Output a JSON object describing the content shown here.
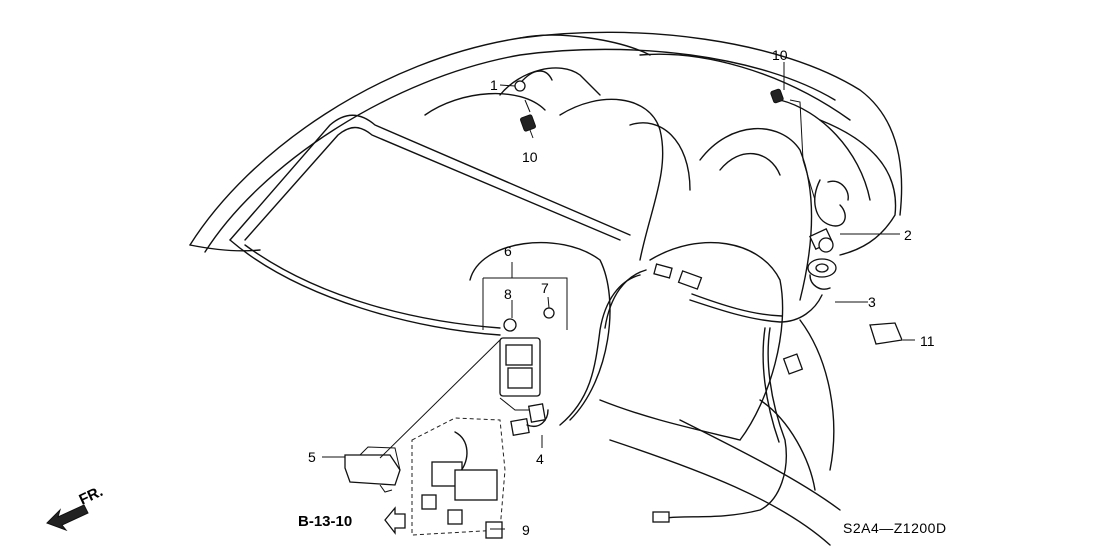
{
  "callouts": {
    "c1": "1",
    "c2": "2",
    "c3": "3",
    "c4": "4",
    "c5": "5",
    "c6": "6",
    "c7": "7",
    "c8": "8",
    "c9": "9",
    "c10a": "10",
    "c10b": "10",
    "c11": "11"
  },
  "reference": "B-13-10",
  "front_marker": "FR.",
  "diagram_code": "S2A4—Z1200D"
}
